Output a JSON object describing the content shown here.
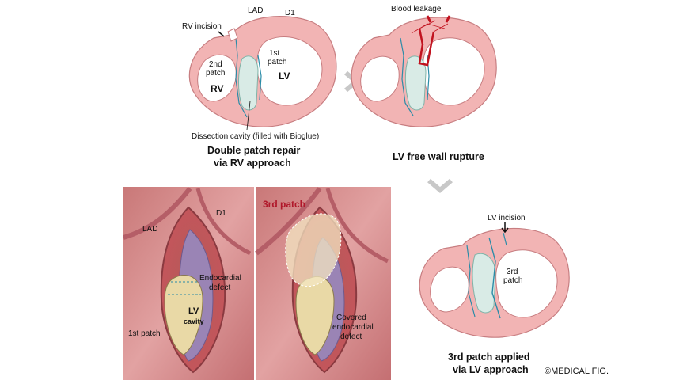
{
  "panel_top_left": {
    "labels": {
      "lad": "LAD",
      "d1": "D1",
      "rv_incision": "RV incision",
      "first_patch_1": "1st",
      "first_patch_2": "patch",
      "second_patch_1": "2nd",
      "second_patch_2": "patch",
      "rv": "RV",
      "lv": "LV",
      "dissection": "Dissection cavity (filled with Bioglue)"
    },
    "caption_line1": "Double patch repair",
    "caption_line2": "via RV approach"
  },
  "panel_top_right": {
    "labels": {
      "blood_leakage": "Blood leakage"
    },
    "caption": "LV free wall rupture"
  },
  "panel_bottom_left": {
    "labels": {
      "lad": "LAD",
      "d1": "D1",
      "endocardial_1": "Endocardial",
      "endocardial_2": "defect",
      "lv_1": "LV",
      "lv_2": "cavity",
      "first_patch": "1st patch"
    }
  },
  "panel_bottom_middle": {
    "labels": {
      "third_patch": "3rd patch",
      "covered_1": "Covered",
      "covered_2": "endocardial",
      "covered_3": "defect"
    }
  },
  "panel_bottom_right": {
    "labels": {
      "lv_incision": "LV incision",
      "third_patch_1": "3rd",
      "third_patch_2": "patch"
    },
    "caption_line1": "3rd patch applied",
    "caption_line2": "via LV approach"
  },
  "copyright": "©MEDICAL FIG.",
  "colors": {
    "myocardium": "#f2b4b4",
    "myocardium_edge": "#c77d80",
    "cavity_fill": "#d9ebe6",
    "suture": "#2b8ca8",
    "blood": "#c1121f",
    "surgical_bg": "#d98b8b",
    "patch_yellow": "#e9d9a6",
    "defect_purple": "#9a84b5",
    "arrow_grey": "#c8c8c8"
  }
}
